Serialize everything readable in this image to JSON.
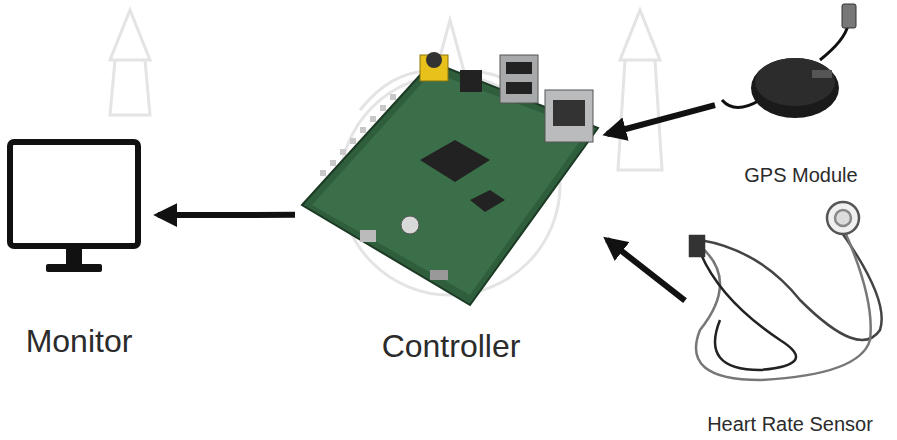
{
  "diagram": {
    "nodes": [
      {
        "text": [
          "Monitor"
        ]
      },
      {
        "text": [
          "Controller"
        ]
      },
      {
        "text": [
          "GPS Module"
        ]
      },
      {
        "text": [
          "Heart Rate Sensor"
        ]
      }
    ],
    "edges": [
      {
        "from": 1,
        "to": 0,
        "arrow": "to"
      },
      {
        "from": 2,
        "to": 1,
        "arrow": "to"
      },
      {
        "from": 3,
        "to": 1,
        "arrow": "to"
      }
    ]
  }
}
